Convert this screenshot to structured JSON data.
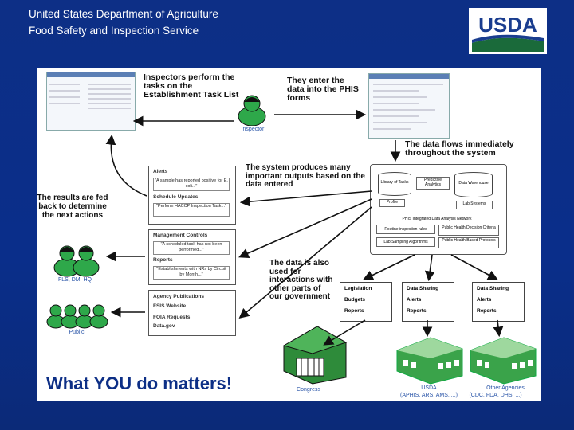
{
  "header": {
    "line1": "United States Department of Agriculture",
    "line2": "Food Safety and Inspection Service",
    "logo_text": "USDA"
  },
  "diagram": {
    "step_inspectors": "Inspectors perform the tasks on the Establishment Task List",
    "step_phis": "They enter the data into the PHIS forms",
    "step_flow": "The data flows immediately throughout the system",
    "step_outputs": "The system produces many important outputs based on the data entered",
    "step_feedback": "The results are fed back to determine the next actions",
    "step_interactions": "The data is also used for interactions with other parts of our government",
    "role_inspector": "Inspector",
    "role_fls": "FLS, DM, HQ",
    "role_public": "Public",
    "outputs": {
      "alerts_title": "Alerts",
      "alerts_quote": "\"A sample has reported positive for E. coli...\"",
      "schedule_title": "Schedule Updates",
      "schedule_quote": "\"Perform HACCP Inspection Task...\"",
      "mgmt_title": "Management Controls",
      "mgmt_quote": "\"A scheduled task has not been performed...\"",
      "reports_title": "Reports",
      "reports_quote": "\"Establishments with NRs by Circuit by Month...\"",
      "public_items": [
        "Agency Publications",
        "FSIS Website",
        "FOIA Requests",
        "Data.gov"
      ]
    },
    "system": {
      "library": "Library of Tasks",
      "predictive": "Predictive Analytics",
      "warehouse": "Data Warehouse",
      "profile": "Profile",
      "lab": "Lab Systems",
      "header": "PHIS Integrated Data Analysis Network",
      "routine": "Routine inspection rules",
      "sampling": "Lab Sampling Algorithms",
      "criteria": "Public Health Decision Criteria",
      "risk": "Public Health Based Protocols"
    },
    "cards": [
      {
        "items": [
          "Legislation",
          "Budgets",
          "Reports"
        ]
      },
      {
        "items": [
          "Data Sharing",
          "Alerts",
          "Reports"
        ]
      },
      {
        "items": [
          "Data Sharing",
          "Alerts",
          "Reports"
        ]
      }
    ],
    "buildings": {
      "congress": "Congress",
      "usda": "USDA",
      "usda_sub": "(APHIS, ARS, AMS, ...)",
      "other": "Other Agencies",
      "other_sub": "(CDC, FDA, DHS, ...)"
    },
    "slogan": "What YOU do matters!"
  },
  "colors": {
    "background": "#0d2f86",
    "logo_blue": "#1a3d8f",
    "building_green": "#2e8b3a"
  }
}
